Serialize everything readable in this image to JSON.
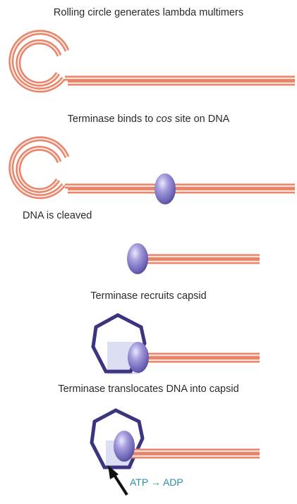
{
  "steps": [
    {
      "caption": "Rolling circle generates lambda multimers"
    },
    {
      "caption_pre": "Terminase binds to ",
      "caption_em": "cos",
      "caption_post": " site on DNA"
    },
    {
      "caption": "DNA is cleaved"
    },
    {
      "caption": "Terminase recruits capsid"
    },
    {
      "caption": "Terminase translocates DNA into capsid"
    }
  ],
  "energy_label": "ATP → ADP",
  "colors": {
    "dna_strand": "#e8836a",
    "dna_highlight": "#fbe3da",
    "terminase": "#7d75c4",
    "terminase_dark": "#4a4290",
    "capsid": "#3b357f",
    "capsid_fill": "#dcdff4",
    "arrow": "#111111",
    "energy_text": "#2a8ea8"
  }
}
